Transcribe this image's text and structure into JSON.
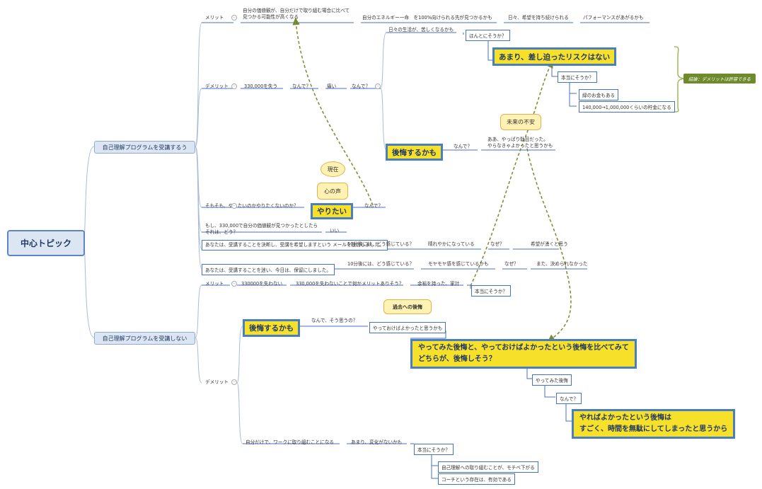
{
  "root": {
    "label": "中心トピック"
  },
  "branches": {
    "attend": {
      "label": "自己理解プログラムを受講するう",
      "merit": {
        "label": "メリット",
        "value_discovery": "自分の価値観が、自分だけで取り組む場合に比べて\n見つかる可能性が高くなる",
        "energy": "自分のエネルギー一命　を100%向けられる先が見つかるかも",
        "hope": "日々、希望を持ち続けられる",
        "performance": "パフォーマンスがあがるかも"
      },
      "demerit": {
        "label": "デメリット",
        "lose_money": "330,000を失う",
        "why1": "なんで？",
        "painful": "痛い",
        "why2": "なんで？",
        "hard_life": "日々の生活が、苦しくなるかも",
        "really1": "ほんとにそうか？",
        "no_risk": "あまり、差し迫ったリスクはない",
        "really2": "本当にそうか？",
        "green_money": "緑のお金もある",
        "savings": "140,000→1,000,000くらいの貯金になる",
        "conclusion": "結論：デメリットは許容できる",
        "regret": "後悔するかも",
        "why3": "なんで？",
        "after_all": "ああ、やっぱり駄目だった。\nやらなきゃよかったと思うかも",
        "future_anxiety": "未来の不安"
      },
      "want": {
        "question": "そもそも、やりたいのかやりたくないのか？",
        "want_label": "やりたい",
        "why": "なんで？",
        "inner_voice": "心の声",
        "now": "現在"
      },
      "if_found": {
        "question": "もし、330,000で自分の価値観が見つかったとしたら\nそれは、どう？",
        "answer": "いい"
      },
      "decided": {
        "label": "あなたは、受講することを決断し、受講を希望しますという\nメールを送信しました。",
        "feel": "10分後には、どう感じている？",
        "refreshed": "晴れやかになっている",
        "why": "なぜ？",
        "hope_welling": "希望が湧くと思う"
      },
      "hesitated": {
        "label": "あなたは、受講することを迷い、今日は、保留にしました。",
        "feel": "10分後には、どう感じている？",
        "moyamoya": "モヤモヤ感を感じているかも",
        "why": "なぜ？",
        "undecided": "また、決められなかった"
      }
    },
    "not_attend": {
      "label": "自己理解プログラムを受講しない",
      "merit": {
        "label": "メリット",
        "keep_money": "330000を失わない",
        "any_merit": "330,000を失わないことで何かメリットありそう？",
        "spare_money": "余裕を持った、家計",
        "really": "本当にそうか？"
      },
      "demerit": {
        "label": "デメリット",
        "regret": "後悔するかも",
        "why_think": "なんで、そう思うの？",
        "should_have": "やっておけばよかったと思うかも",
        "past_regret": "過去への後悔",
        "compare": "やってみた後悔と、やっておけばよかったという後悔を比べてみて\nどちらが、後悔しそう？",
        "tried_regret": "やってみた後悔",
        "why": "なんで？",
        "should_have_regret": "やればよかったという後悔は\nすごく、時間を無駄にしてしまったと思うから",
        "alone": "自分だけで、ワークに取り組むことになる",
        "no_change": "あまり、変化がないかも",
        "really": "本当にそうか？",
        "motivation": "自己理解への取り組むことが、モチベ下がる",
        "coach": "コーチという存在は、有効である"
      }
    }
  },
  "colors": {
    "line": "#4472c4",
    "dashed": "#7a8a2e",
    "highlight": "#f7e02a",
    "summary": "#6f8a2d"
  }
}
